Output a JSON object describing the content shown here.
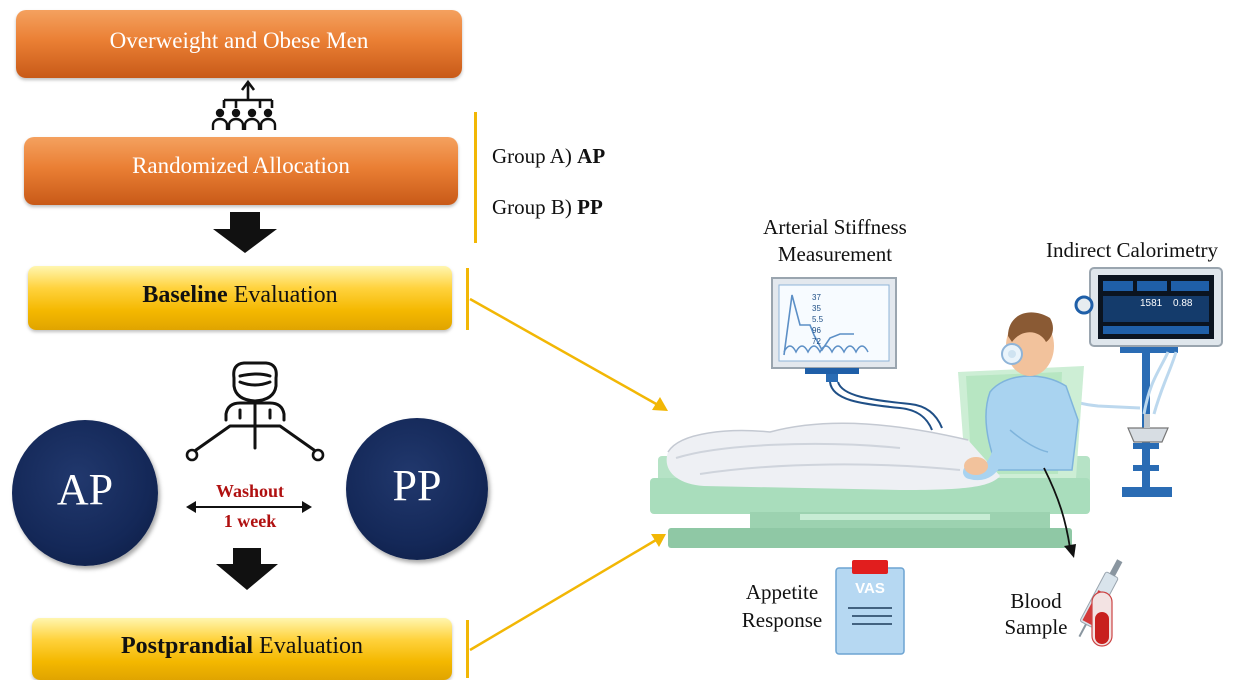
{
  "flow": {
    "population": "Overweight and Obese Men",
    "allocation": "Randomized Allocation",
    "baseline_bold": "Baseline",
    "baseline_rest": " Evaluation",
    "postprandial_bold": "Postprandial",
    "postprandial_rest": " Evaluation"
  },
  "groups": {
    "a_prefix": "Group A) ",
    "a_bold": "AP",
    "b_prefix": "Group B) ",
    "b_bold": "PP"
  },
  "crossover": {
    "left": "AP",
    "right": "PP",
    "washout": "Washout",
    "duration": "1 week"
  },
  "measurements": {
    "arterial_line1": "Arterial Stiffness",
    "arterial_line2": "Measurement",
    "calorimetry": "Indirect Calorimetry",
    "appetite_line1": "Appetite",
    "appetite_line2": "Response",
    "vas": "VAS",
    "blood_line1": "Blood",
    "blood_line2": "Sample"
  },
  "monitor": {
    "values": [
      "37",
      "35",
      "5.5",
      "96",
      "72"
    ]
  },
  "calorimeter": {
    "values": [
      "1581",
      "0.88"
    ]
  },
  "colors": {
    "orange": "#ea7f34",
    "gold": "#f4b800",
    "navy": "#142858",
    "washout_red": "#b01010",
    "arrow_gold": "#f2b705"
  }
}
